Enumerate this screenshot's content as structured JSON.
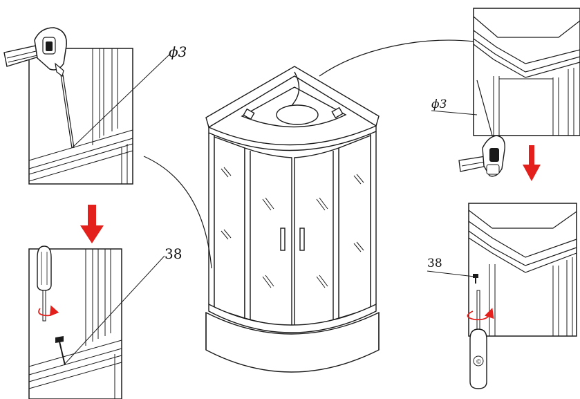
{
  "labels": {
    "drill_hole_top_left": "ϕ3",
    "drill_hole_right": "ϕ3",
    "screw_part_left": "38",
    "screw_part_right": "38"
  },
  "colors": {
    "line": "#1a1a1a",
    "arrow": "#e3201b",
    "rotation_arrow": "#e3201b",
    "background": "#ffffff"
  },
  "icons": {
    "drill": "power-drill-icon",
    "screwdriver": "screwdriver-icon",
    "down_arrow": "down-arrow-icon",
    "rotate": "rotate-arrow-icon"
  }
}
